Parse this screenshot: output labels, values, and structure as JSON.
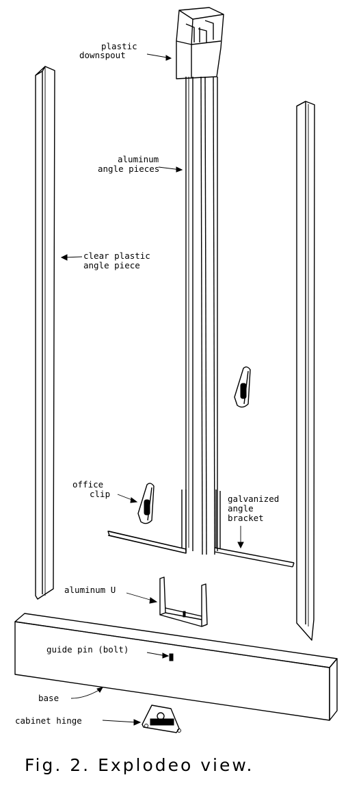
{
  "labels": {
    "downspout": [
      "plastic",
      "downspout"
    ],
    "aluminum_angle": [
      "aluminum",
      "angle pieces"
    ],
    "clear_plastic": [
      "clear plastic",
      "angle piece"
    ],
    "office_clip": [
      "office",
      "clip"
    ],
    "galvanized": [
      "galvanized",
      "angle",
      "bracket"
    ],
    "aluminum_u": "aluminum U",
    "guide_pin": "guide pin (bolt)",
    "base": "base",
    "cabinet_hinge": "cabinet hinge"
  },
  "caption": "Fig. 2. Explodeo view."
}
